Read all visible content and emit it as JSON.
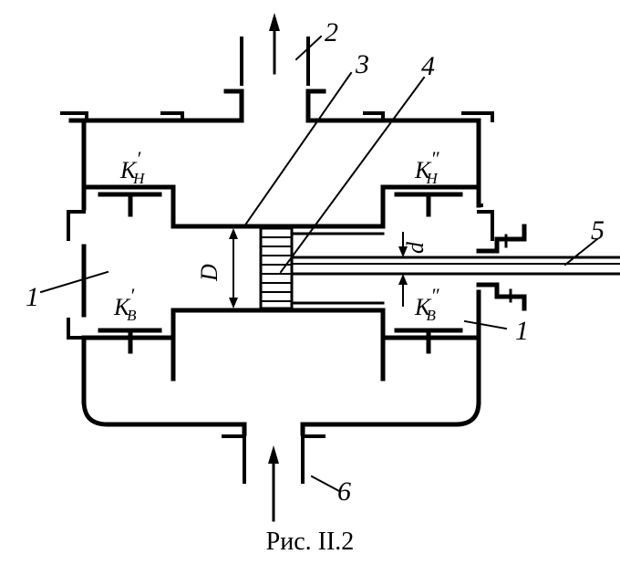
{
  "labels": {
    "inlet_outlet_chamber_left": "1",
    "inlet_outlet_chamber_right": "1",
    "discharge": "2",
    "cylinder": "3",
    "piston": "4",
    "rod": "5",
    "suction": "6",
    "diameter_D": "D",
    "diameter_d": "d"
  },
  "valves": {
    "left_top": {
      "main": "K",
      "sub": "H",
      "mark": "′"
    },
    "left_bottom": {
      "main": "K",
      "sub": "B",
      "mark": "′"
    },
    "right_top": {
      "main": "K",
      "sub": "H",
      "mark": "″"
    },
    "right_bottom": {
      "main": "K",
      "sub": "B",
      "mark": "″"
    }
  },
  "caption": "Рис. II.2"
}
